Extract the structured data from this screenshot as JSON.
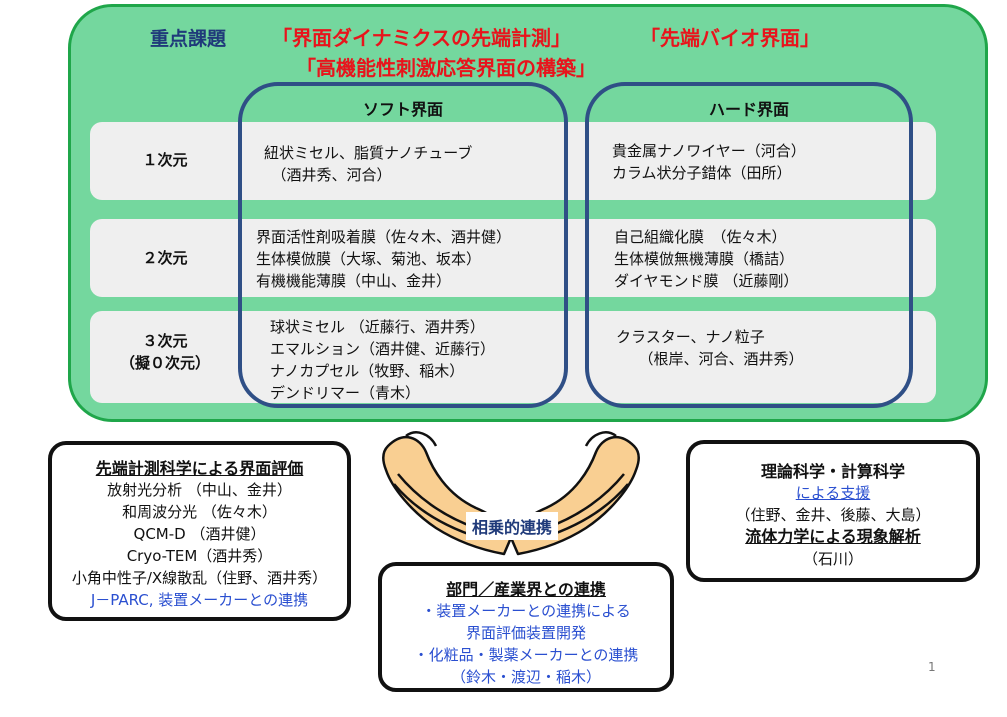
{
  "header": {
    "label": "重点課題",
    "title_line1a": "「界面ダイナミクスの先端計測」",
    "title_line1b": "「先端バイオ界面」",
    "title_line2": "「高機能性刺激応答界面の構築」"
  },
  "columns": {
    "soft": "ソフト界面",
    "hard": "ハード界面"
  },
  "rows": [
    {
      "label": [
        "１次元"
      ],
      "soft": [
        "紐状ミセル、脂質ナノチューブ",
        "　（酒井秀、河合）"
      ],
      "hard": [
        "貴金属ナノワイヤー（河合）",
        "カラム状分子錯体（田所）"
      ]
    },
    {
      "label": [
        "２次元"
      ],
      "soft": [
        "界面活性剤吸着膜（佐々木、酒井健）",
        "生体模倣膜（大塚、菊池、坂本）",
        "有機機能薄膜（中山、金井）"
      ],
      "hard": [
        "自己組織化膜　（佐々木）",
        "生体模倣無機薄膜（橋詰）",
        "ダイヤモンド膜 （近藤剛）"
      ]
    },
    {
      "label": [
        "３次元",
        "（擬０次元）"
      ],
      "soft": [
        "球状ミセル （近藤行、酒井秀）",
        "エマルション（酒井健、近藤行）",
        "ナノカプセル（牧野、稲木）",
        "デンドリマー（青木）"
      ],
      "hard": [
        "クラスター、ナノ粒子",
        "　　（根岸、河合、酒井秀）"
      ]
    }
  ],
  "left_box": {
    "title": "先端計測科学による界面評価",
    "lines": [
      "放射光分析 （中山、金井）",
      "和周波分光 （佐々木）",
      "QCM-D （酒井健）",
      "Cryo-TEM（酒井秀）",
      "小角中性子/X線散乱（住野、酒井秀）"
    ],
    "blue_line": "J－PARC, 装置メーカーとの連携"
  },
  "center": {
    "label": "相乗的連携"
  },
  "bottom_box": {
    "title": "部門／産業界との連携",
    "lines": [
      "・装置メーカーとの連携による",
      "界面評価装置開発",
      "・化粧品・製薬メーカーとの連携",
      "（鈴木・渡辺・稲木）"
    ]
  },
  "right_box": {
    "title": "理論科学・計算科学",
    "subtitle": "による支援",
    "line1": "（住野、金井、後藤、大島）",
    "title2": "流体力学による現象解析",
    "line2": "（石川）"
  },
  "page_number": "1",
  "colors": {
    "panel": "#74d79e",
    "panel_border": "#1fa64a",
    "frame": "#2f4f86",
    "red": "#e8141c",
    "hands": "#f9cf92"
  }
}
